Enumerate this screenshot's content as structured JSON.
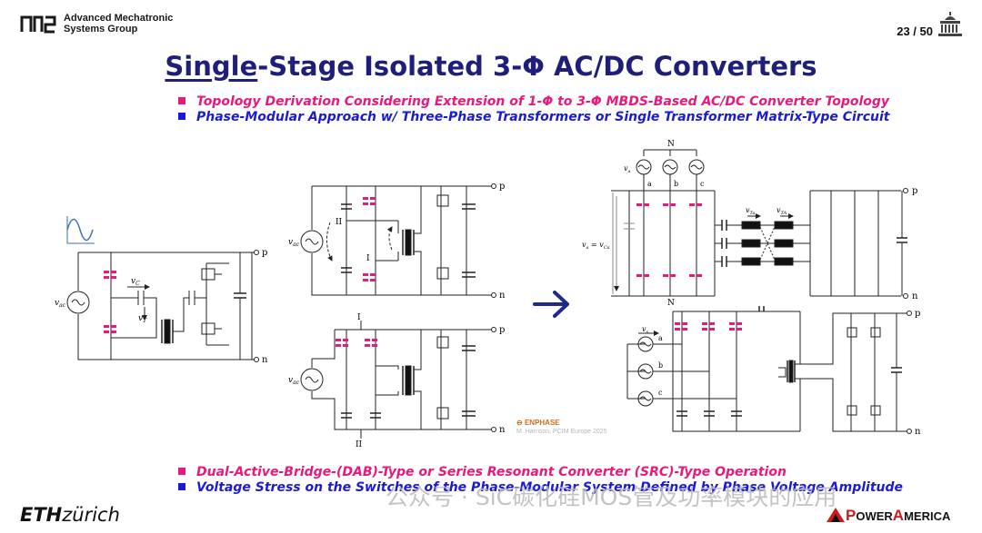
{
  "header": {
    "org_line1": "Advanced Mechatronic",
    "org_line2": "Systems Group",
    "page_number": "23 / 50"
  },
  "title": {
    "part1": "Single",
    "part2": "-Stage Isolated 3-Φ AC/DC Converters"
  },
  "top_bullets": [
    "Topology Derivation Considering Extension of 1-Φ to 3-Φ MBDS-Based AC/DC Converter Topology",
    "Phase-Modular Approach w/ Three-Phase Transformers or Single Transformer Matrix-Type Circuit"
  ],
  "bottom_bullets": [
    "Dual-Active-Bridge-(DAB)-Type or Series Resonant Converter (SRC)-Type Operation",
    "Voltage Stress on the Switches of the Phase-Modular System Defined by Phase Voltage Amplitude"
  ],
  "credit": {
    "company": "ENPHASE",
    "citation": "M. Harrison, PCIM Europe 2025"
  },
  "footer": {
    "eth_bold": "ETH",
    "eth_italic": "zürich",
    "power_america_1": "P",
    "power_america_2": "OWER",
    "power_america_3": "A",
    "power_america_4": "MERICA",
    "watermark": "公众号 · SiC碳化硅MOS管及功率模块的应用"
  },
  "circuit_labels": {
    "p": "p",
    "n": "n",
    "N": "N",
    "I": "I",
    "II": "II",
    "a": "a",
    "b": "b",
    "c": "c",
    "vac": "v",
    "vac_sub": "ac",
    "vC": "v",
    "vC_sub": "C",
    "vT": "v",
    "vT_sub": "T",
    "vTa": "v",
    "vTa_sub": "Ta",
    "vTA": "v",
    "vTA_sub": "TA",
    "va": "v",
    "va_sub": "a",
    "vaCa": "v",
    "vaCa_eq": " = v",
    "vaCa_sub1": "a",
    "vaCa_sub2": "Ca",
    "vs": "v",
    "vs_sub": "s"
  },
  "colors": {
    "title": "#1f1f7a",
    "pink_bullet": "#e8197b",
    "blue_bullet": "#1b1bd6",
    "arrow": "#1f2a8c",
    "switch_pink": "#e8197b",
    "power_america_red": "#d11a1a"
  }
}
